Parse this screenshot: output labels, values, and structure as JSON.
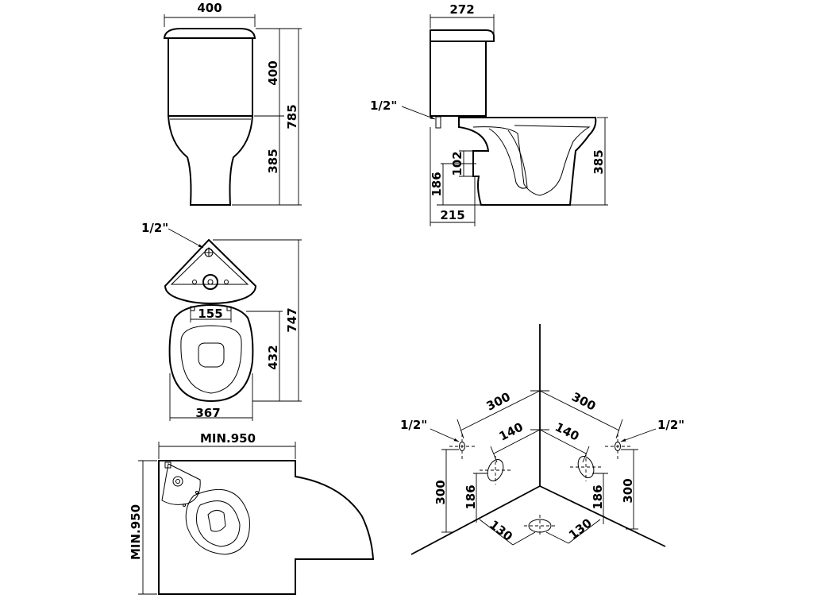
{
  "front_view": {
    "width": "400",
    "tank_height": "400",
    "total_height": "785",
    "bowl_height": "385"
  },
  "side_view": {
    "depth": "272",
    "inlet": "1/2\"",
    "outlet_height": "102",
    "outlet_center": "186",
    "outlet_offset": "215",
    "bowl_height": "385"
  },
  "top_view": {
    "inlet": "1/2\"",
    "fixing_spacing": "155",
    "total_depth": "747",
    "seat_depth": "432",
    "bowl_width": "367"
  },
  "floor_plan": {
    "min_width": "MIN.950",
    "min_depth": "MIN.950"
  },
  "corner_installation": {
    "wall_left": "300",
    "wall_right": "300",
    "fixing_left": "140",
    "fixing_right": "140",
    "inlet_left": "1/2\"",
    "inlet_right": "1/2\"",
    "height_left": "300",
    "height_right": "300",
    "fixing_height_left": "186",
    "fixing_height_right": "186",
    "outlet_left": "130",
    "outlet_right": "130"
  }
}
